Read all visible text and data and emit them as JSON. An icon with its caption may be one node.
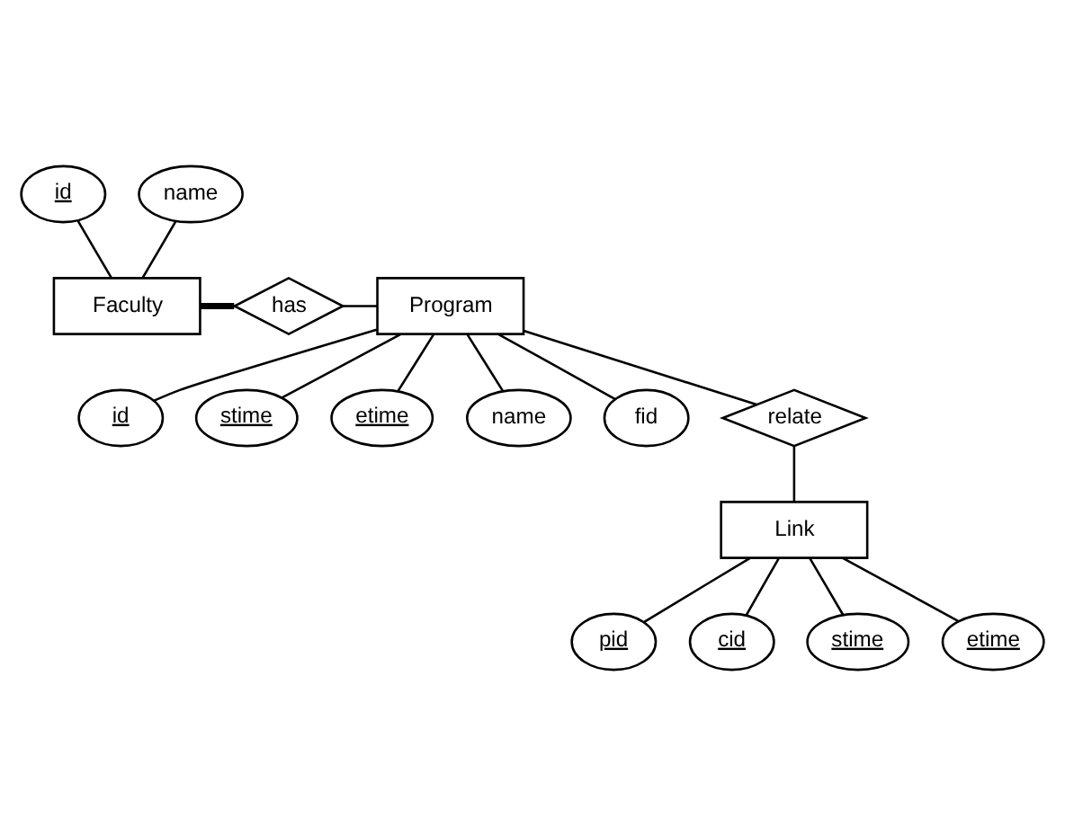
{
  "diagram": {
    "nodes": [
      {
        "text": [
          "id"
        ]
      },
      {
        "text": [
          "name"
        ]
      },
      {
        "text": [
          "Faculty"
        ]
      },
      {
        "text": [
          "has"
        ]
      },
      {
        "text": [
          "Program"
        ]
      },
      {
        "text": [
          "id"
        ]
      },
      {
        "text": [
          "stime"
        ]
      },
      {
        "text": [
          "etime"
        ]
      },
      {
        "text": [
          "name"
        ]
      },
      {
        "text": [
          "fid"
        ]
      },
      {
        "text": [
          "relate"
        ]
      },
      {
        "text": [
          "Link"
        ]
      },
      {
        "text": [
          "pid"
        ]
      },
      {
        "text": [
          "cid"
        ]
      },
      {
        "text": [
          "stime"
        ]
      },
      {
        "text": [
          "etime"
        ]
      }
    ],
    "edges": [
      {
        "from": 0,
        "to": 2,
        "arrow": "none"
      },
      {
        "from": 1,
        "to": 2,
        "arrow": "none"
      },
      {
        "from": 2,
        "to": 3,
        "arrow": "none",
        "style": "thick"
      },
      {
        "from": 3,
        "to": 4,
        "arrow": "none"
      },
      {
        "from": 4,
        "to": 5,
        "arrow": "none"
      },
      {
        "from": 4,
        "to": 6,
        "arrow": "none"
      },
      {
        "from": 4,
        "to": 7,
        "arrow": "none"
      },
      {
        "from": 4,
        "to": 8,
        "arrow": "none"
      },
      {
        "from": 4,
        "to": 9,
        "arrow": "none"
      },
      {
        "from": 4,
        "to": 10,
        "arrow": "none"
      },
      {
        "from": 10,
        "to": 11,
        "arrow": "none"
      },
      {
        "from": 11,
        "to": 12,
        "arrow": "none"
      },
      {
        "from": 11,
        "to": 13,
        "arrow": "none"
      },
      {
        "from": 11,
        "to": 14,
        "arrow": "none"
      },
      {
        "from": 11,
        "to": 15,
        "arrow": "none"
      }
    ]
  }
}
